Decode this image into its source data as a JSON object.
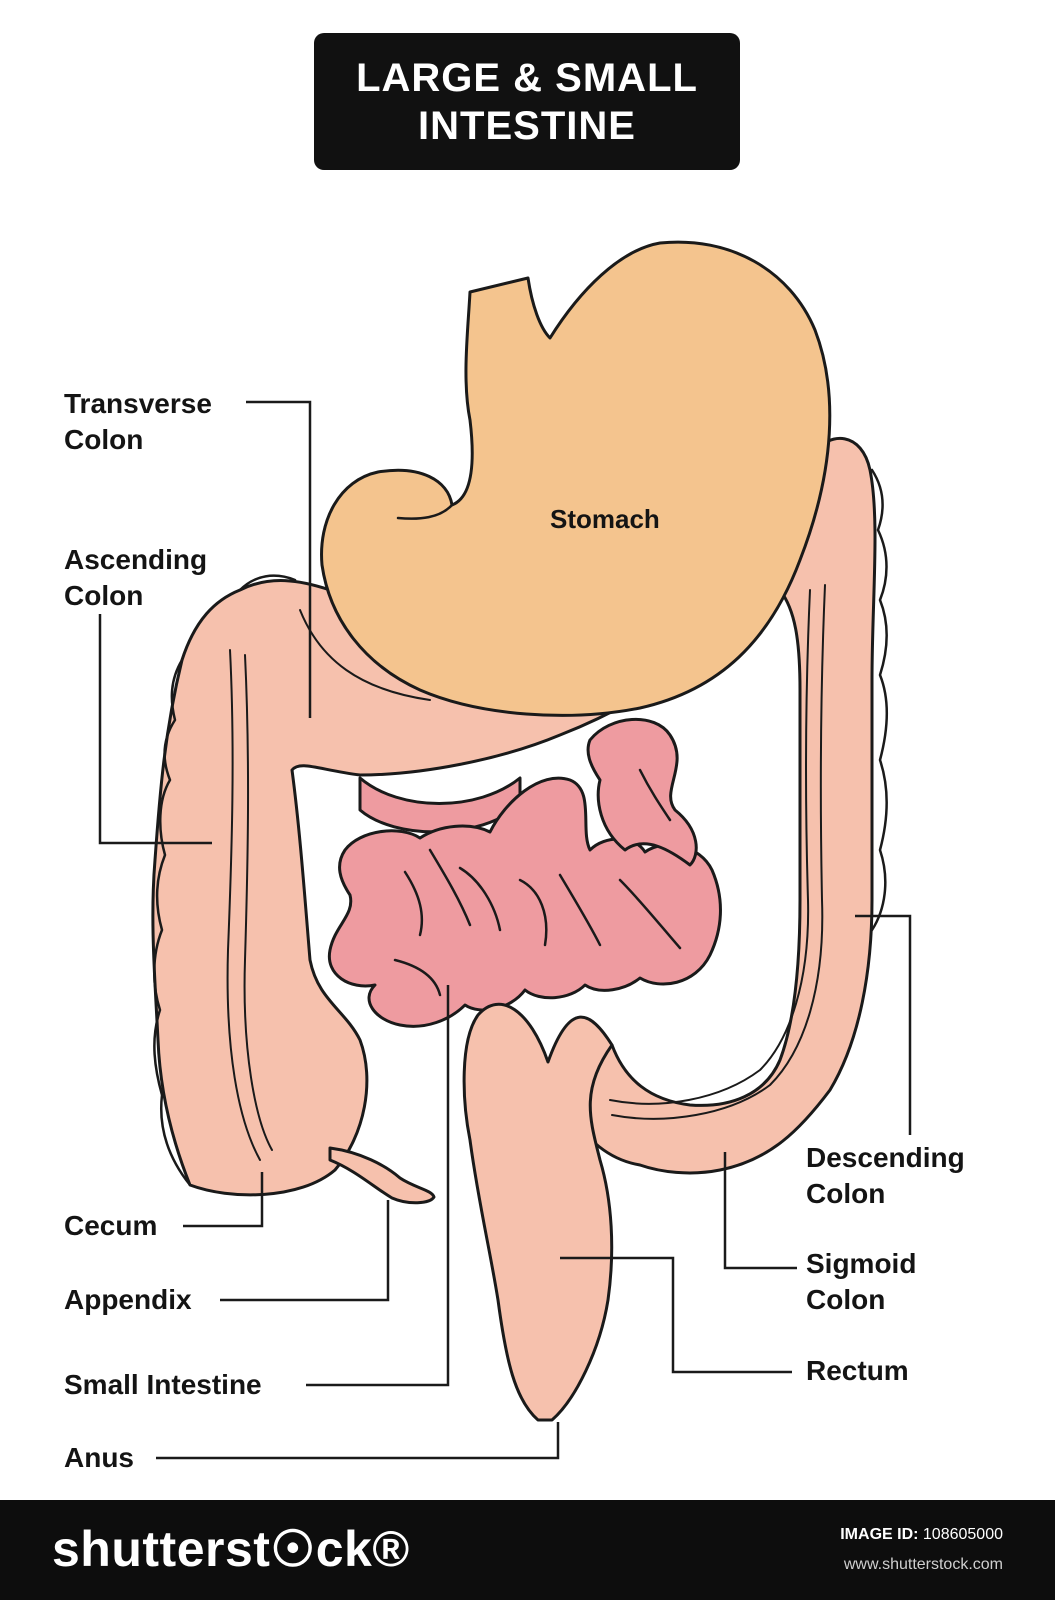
{
  "title": {
    "line1": "LARGE & SMALL",
    "line2": "INTESTINE"
  },
  "organ_labels": {
    "stomach": "Stomach"
  },
  "callouts": {
    "transverse_colon": [
      "Transverse",
      "Colon"
    ],
    "ascending_colon": [
      "Ascending",
      "Colon"
    ],
    "cecum": "Cecum",
    "appendix": "Appendix",
    "small_intestine": "Small Intestine",
    "anus": "Anus",
    "descending_colon": [
      "Descending",
      "Colon"
    ],
    "sigmoid_colon": [
      "Sigmoid",
      "Colon"
    ],
    "rectum": "Rectum"
  },
  "footer": {
    "brand": "shutterst☉ck®",
    "image_id_label": "IMAGE ID:",
    "image_id": "108605000",
    "site": "www.shutterstock.com"
  },
  "colors": {
    "stomach": "#f4c48e",
    "large_intestine": "#f6c1ad",
    "small_intestine": "#ee9ba0",
    "outline": "#1a1a1a",
    "footer_bg": "#0d0d0d"
  }
}
